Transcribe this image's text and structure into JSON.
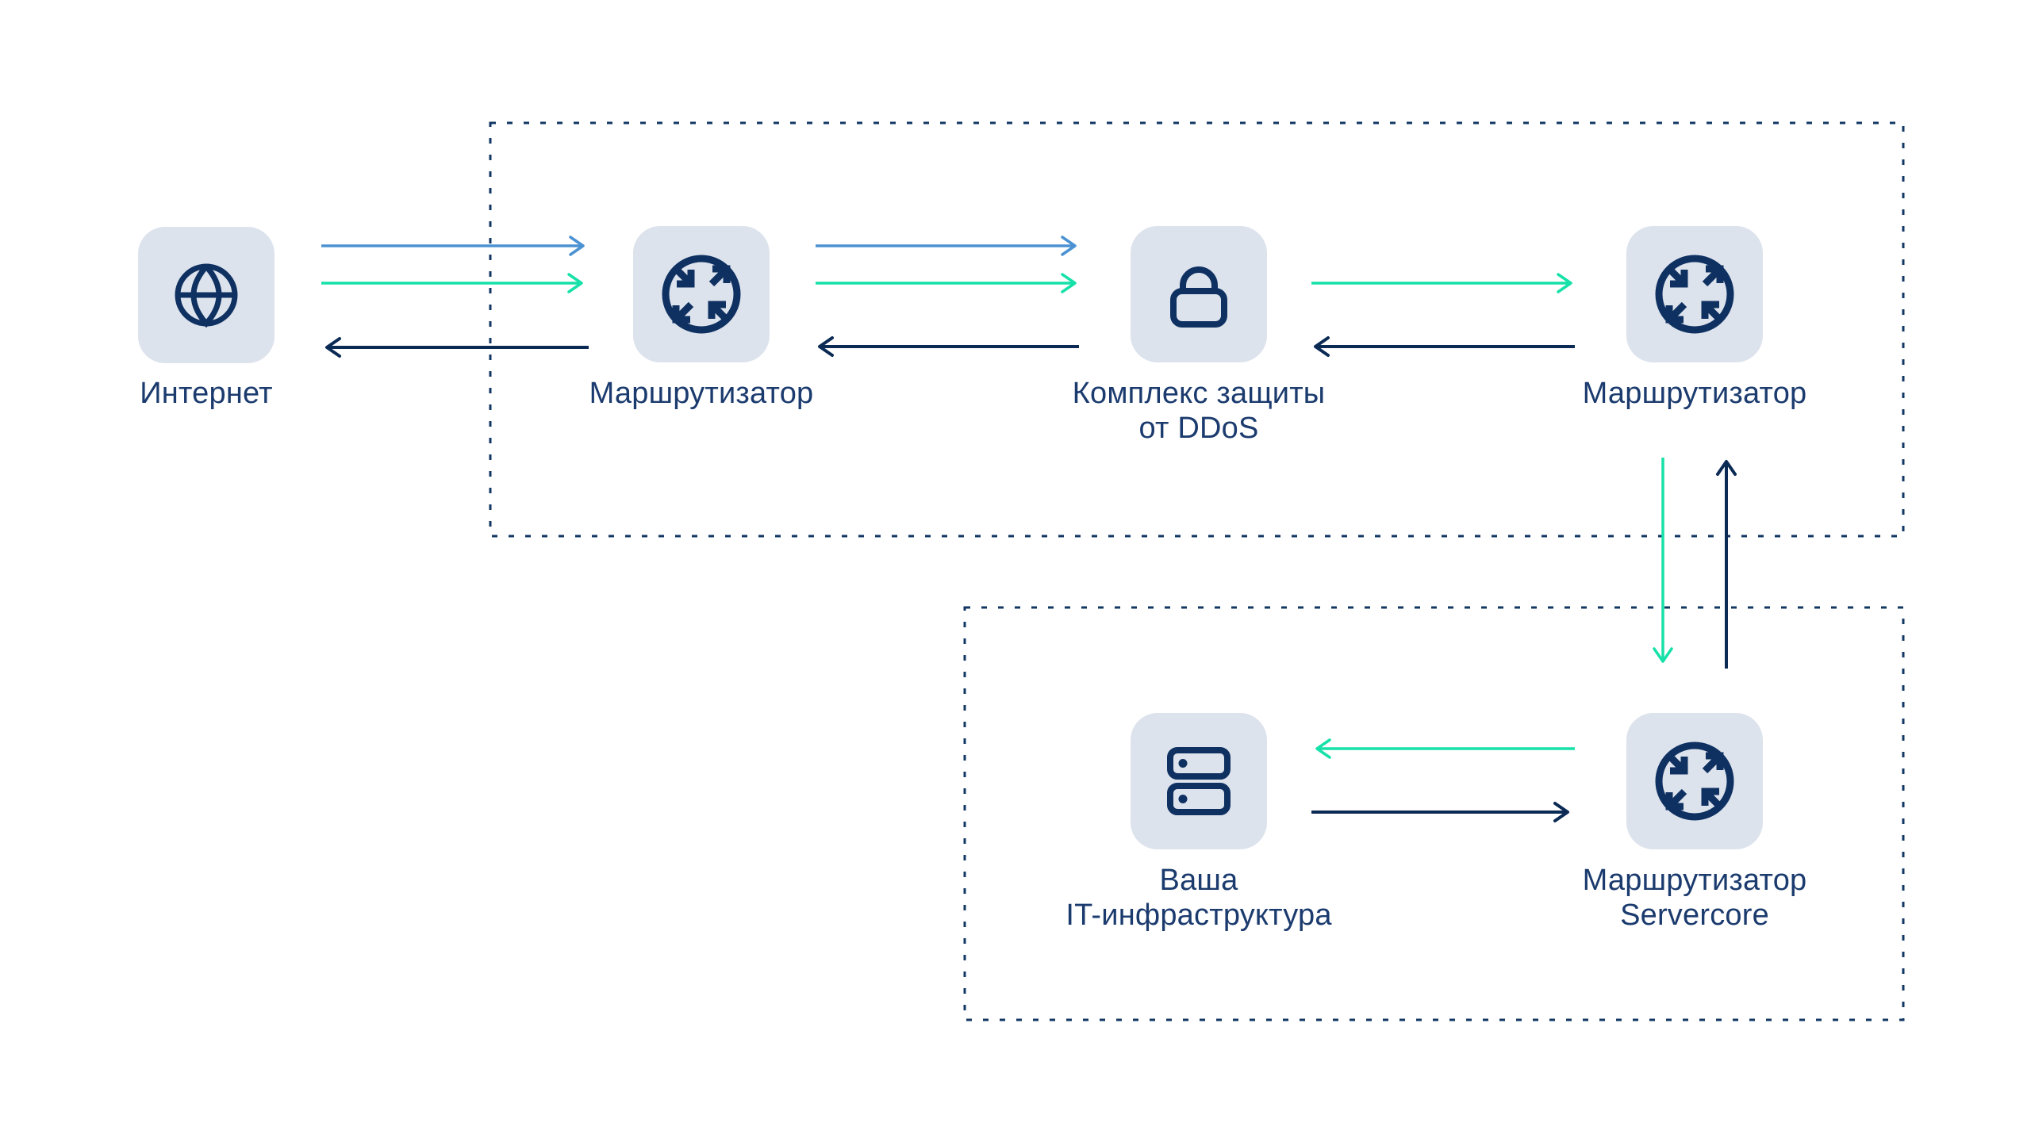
{
  "diagram": {
    "title": "DDoS protection traffic flow diagram",
    "background": "#ffffff",
    "colors": {
      "node_background": "#dde3ed",
      "icon_navy": "#0f3161",
      "label_navy": "#1b3b6e",
      "arrow_navy": "#0b2a54",
      "arrow_blue": "#4b92d2",
      "arrow_green": "#16e1a8",
      "zone_border_navy": "#123763"
    },
    "zones": [
      {
        "id": "ddos-protection-zone",
        "style": "dotted"
      },
      {
        "id": "servercore-zone",
        "style": "dotted"
      }
    ],
    "nodes": [
      {
        "id": "internet",
        "icon": "globe-icon",
        "label_lines": [
          "Интернет"
        ]
      },
      {
        "id": "router-edge",
        "icon": "router-icon",
        "label_lines": [
          "Маршрутизатор"
        ]
      },
      {
        "id": "ddos-protection",
        "icon": "lock-icon",
        "label_lines": [
          "Комплекс защиты",
          "от DDoS"
        ]
      },
      {
        "id": "router-protected",
        "icon": "router-icon",
        "label_lines": [
          "Маршрутизатор"
        ]
      },
      {
        "id": "your-infrastructure",
        "icon": "server-icon",
        "label_lines": [
          "Ваша",
          "IT-инфраструктура"
        ]
      },
      {
        "id": "router-servercore",
        "icon": "router-icon",
        "label_lines": [
          "Маршрутизатор",
          "Servercore"
        ]
      }
    ],
    "flows": [
      {
        "from": "internet",
        "to": "router-edge",
        "color": "blue"
      },
      {
        "from": "internet",
        "to": "router-edge",
        "color": "green"
      },
      {
        "from": "router-edge",
        "to": "internet",
        "color": "navy"
      },
      {
        "from": "router-edge",
        "to": "ddos-protection",
        "color": "blue"
      },
      {
        "from": "router-edge",
        "to": "ddos-protection",
        "color": "green"
      },
      {
        "from": "ddos-protection",
        "to": "router-edge",
        "color": "navy"
      },
      {
        "from": "ddos-protection",
        "to": "router-protected",
        "color": "green"
      },
      {
        "from": "router-protected",
        "to": "ddos-protection",
        "color": "navy"
      },
      {
        "from": "router-protected",
        "to": "servercore-zone",
        "color": "green"
      },
      {
        "from": "servercore-zone",
        "to": "router-protected",
        "color": "navy"
      },
      {
        "from": "router-servercore",
        "to": "your-infrastructure",
        "color": "green"
      },
      {
        "from": "your-infrastructure",
        "to": "router-servercore",
        "color": "navy"
      }
    ]
  }
}
